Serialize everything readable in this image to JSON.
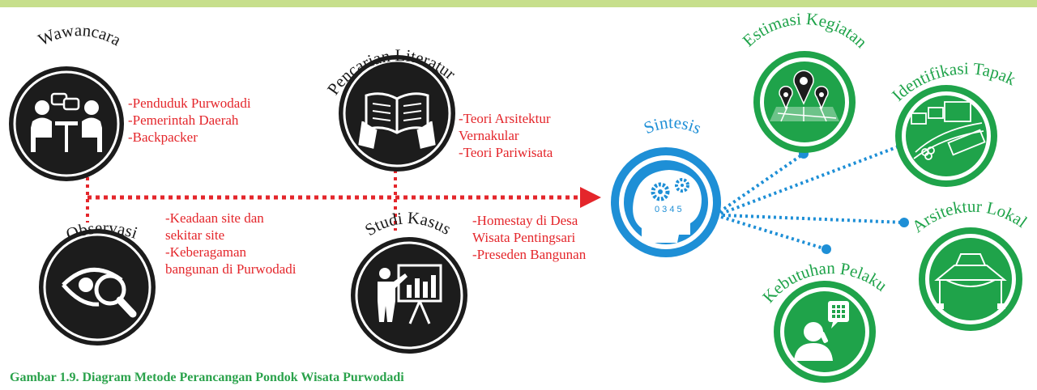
{
  "colors": {
    "accent_bar": "#c7df8c",
    "method_ring": "#1c1c1c",
    "note_text": "#e4262b",
    "arrow": "#e4262b",
    "synthesis_blue": "#1e8fd6",
    "output_green": "#1fa34a"
  },
  "methods": [
    {
      "label": "Wawancara",
      "icon": "interview-icon",
      "notes": [
        "-Penduduk Purwodadi",
        "-Pemerintah Daerah",
        "-Backpacker"
      ]
    },
    {
      "label": "Pencarian Literatur",
      "icon": "book-icon",
      "notes": [
        "-Teori Arsitektur",
        "Vernakular",
        "-Teori Pariwisata"
      ]
    },
    {
      "label": "Observasi",
      "icon": "eye-magnifier-icon",
      "notes": [
        "-Keadaan site dan",
        "sekitar site",
        "-Keberagaman",
        "bangunan di Purwodadi"
      ]
    },
    {
      "label": "Studi Kasus",
      "icon": "presentation-icon",
      "notes": [
        "-Homestay di Desa",
        "Wisata Pentingsari",
        "-Preseden Bangunan"
      ]
    }
  ],
  "synthesis": {
    "label": "Sintesis",
    "icon": "brain-gears-icon",
    "brain_text": "0 3 4 5"
  },
  "outputs": [
    {
      "label": "Estimasi Kegiatan",
      "icon": "map-pins-icon"
    },
    {
      "label": "Identifikasi Tapak",
      "icon": "site-plan-icon"
    },
    {
      "label": "Arsitektur Lokal",
      "icon": "joglo-house-icon"
    },
    {
      "label": "Kebutuhan Pelaku",
      "icon": "person-phone-icon"
    }
  ],
  "caption": "Gambar 1.9. Diagram Metode Perancangan Pondok Wisata Purwodadi"
}
